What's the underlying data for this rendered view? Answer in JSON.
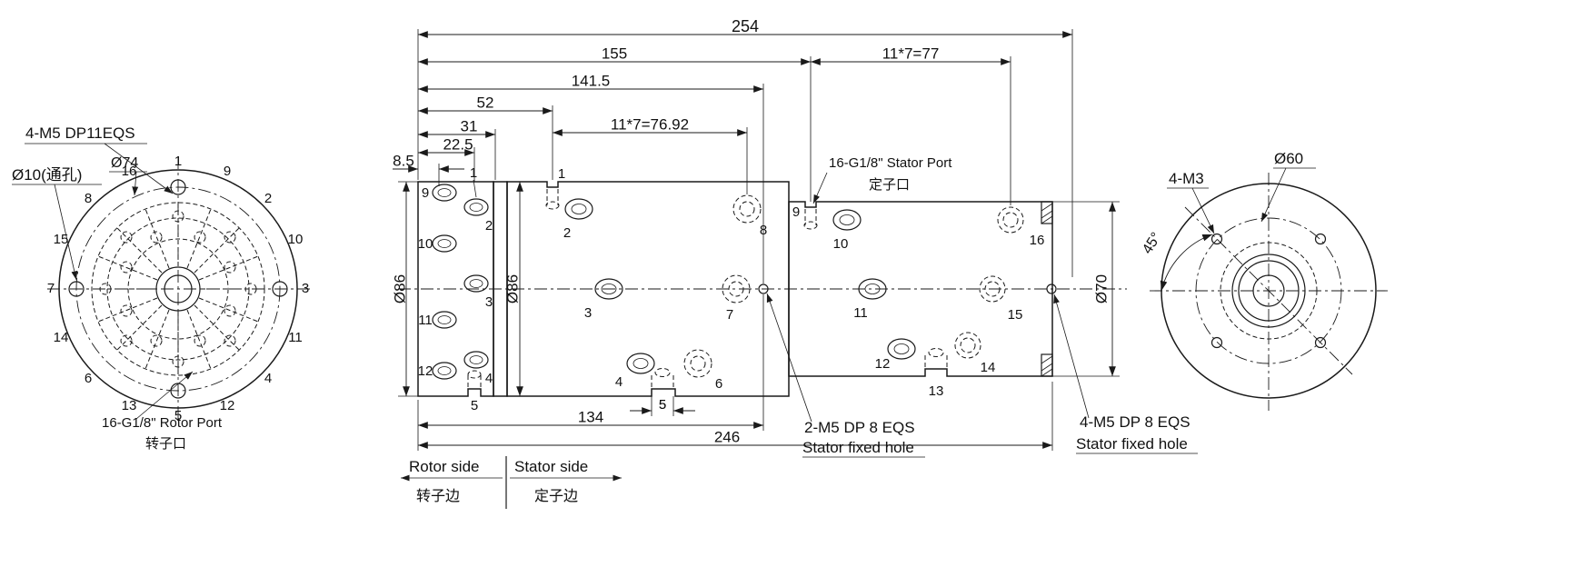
{
  "dims": {
    "d254": "254",
    "d155": "155",
    "d77": "11*7=77",
    "d141_5": "141.5",
    "d52": "52",
    "d76_92": "11*7=76.92",
    "d31": "31",
    "d22_5": "22.5",
    "d8_5": "8.5",
    "d134": "134",
    "d5": "5",
    "d246": "246",
    "dia86_rotor": "Ø86",
    "dia86_stator": "Ø86",
    "dia70": "Ø70",
    "dia74": "Ø74",
    "dia10": "Ø10(通孔)",
    "dia60": "Ø60",
    "a45": "45°"
  },
  "ann": {
    "rotor_tap": "4-M5 DP11EQS",
    "rotor_port": "16-G1/8\" Rotor Port",
    "rotor_port_cn": "转子口",
    "stator_port": "16-G1/8\" Stator Port",
    "stator_port_cn": "定子口",
    "fixed2_l1": "2-M5 DP 8 EQS",
    "fixed2_l2": "Stator fixed hole",
    "fixed4_l1": "4-M5 DP 8 EQS",
    "fixed4_l2": "Stator fixed hole",
    "end_tap": "4-M3"
  },
  "legend": {
    "rotor_side": "Rotor side",
    "rotor_side_cn": "转子边",
    "stator_side": "Stator side",
    "stator_side_cn": "定子边"
  },
  "ports": {
    "front": [
      "1",
      "9",
      "2",
      "10",
      "3",
      "11",
      "4",
      "12",
      "5",
      "13",
      "6",
      "14",
      "7",
      "15",
      "8",
      "16"
    ],
    "rotor": [
      "1",
      "2",
      "3",
      "4",
      "5",
      "9",
      "10",
      "11",
      "12"
    ],
    "s1": [
      "1",
      "2",
      "3",
      "4",
      "5",
      "6",
      "7",
      "8"
    ],
    "s2": [
      "9",
      "10",
      "11",
      "12",
      "13",
      "14",
      "15",
      "16"
    ]
  }
}
